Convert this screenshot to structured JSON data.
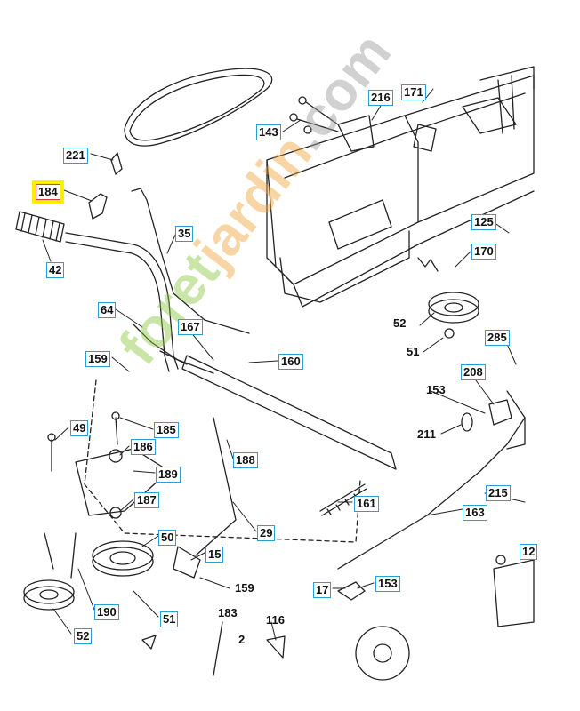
{
  "diagram": {
    "colors": {
      "box_border": "#2a9fd6",
      "highlight_fill": "#ffee00",
      "highlight_border": "#d43a3a",
      "line": "#222222"
    },
    "watermark": {
      "part1": "foret",
      "part2": "jardin",
      "part3": ".com"
    },
    "part_labels": [
      {
        "id": "171",
        "boxed": true
      },
      {
        "id": "216",
        "boxed": true
      },
      {
        "id": "143",
        "boxed": true
      },
      {
        "id": "221",
        "boxed": true
      },
      {
        "id": "184",
        "boxed": true,
        "highlight": true
      },
      {
        "id": "35",
        "boxed": true
      },
      {
        "id": "42",
        "boxed": true
      },
      {
        "id": "125",
        "boxed": true
      },
      {
        "id": "170",
        "boxed": true
      },
      {
        "id": "64",
        "boxed": true
      },
      {
        "id": "167",
        "boxed": true
      },
      {
        "id": "52",
        "boxed": false
      },
      {
        "id": "51",
        "boxed": false
      },
      {
        "id": "285",
        "boxed": true
      },
      {
        "id": "159",
        "boxed": true
      },
      {
        "id": "160",
        "boxed": true
      },
      {
        "id": "208",
        "boxed": true
      },
      {
        "id": "153",
        "boxed": false
      },
      {
        "id": "49",
        "boxed": true
      },
      {
        "id": "185",
        "boxed": true
      },
      {
        "id": "211",
        "boxed": false
      },
      {
        "id": "186",
        "boxed": true
      },
      {
        "id": "188",
        "boxed": true
      },
      {
        "id": "189",
        "boxed": true
      },
      {
        "id": "187",
        "boxed": true
      },
      {
        "id": "161",
        "boxed": true
      },
      {
        "id": "215",
        "boxed": true
      },
      {
        "id": "163",
        "boxed": true
      },
      {
        "id": "29",
        "boxed": true
      },
      {
        "id": "50",
        "boxed": true
      },
      {
        "id": "15",
        "boxed": true
      },
      {
        "id": "12",
        "boxed": true
      },
      {
        "id": "159",
        "boxed": false
      },
      {
        "id": "17",
        "boxed": true
      },
      {
        "id": "153",
        "boxed": true
      },
      {
        "id": "190",
        "boxed": true
      },
      {
        "id": "51",
        "boxed": true
      },
      {
        "id": "183",
        "boxed": false
      },
      {
        "id": "116",
        "boxed": false
      },
      {
        "id": "52",
        "boxed": true
      },
      {
        "id": "2",
        "boxed": false
      }
    ]
  }
}
